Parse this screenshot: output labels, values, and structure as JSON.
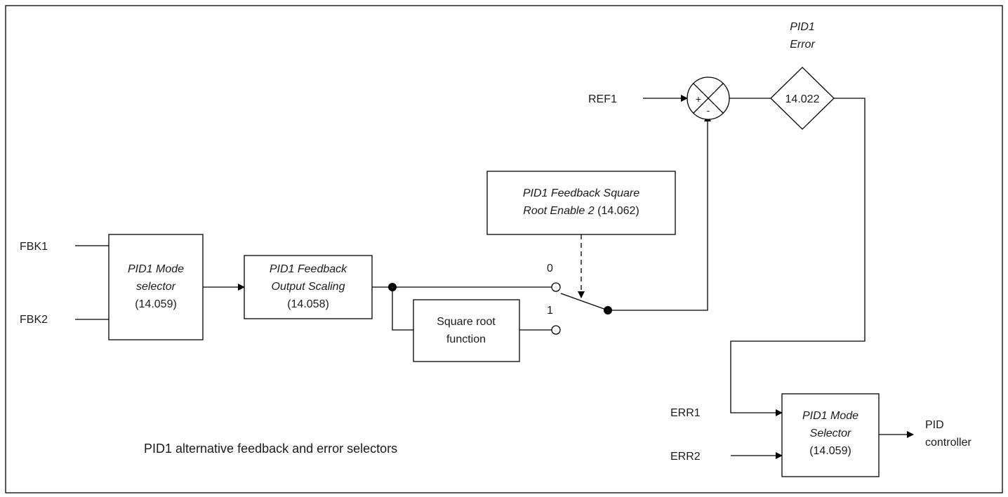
{
  "diagram": {
    "title": "PID1 alternative feedback and error selectors",
    "inputs": {
      "fbk1": "FBK1",
      "fbk2": "FBK2",
      "ref1": "REF1",
      "err1": "ERR1",
      "err2": "ERR2"
    },
    "blocks": {
      "mode_selector_fb": {
        "line1": "PID1 Mode",
        "line2": "selector",
        "line3": "(14.059)"
      },
      "feedback_scaling": {
        "line1": "PID1 Feedback",
        "line2": "Output Scaling",
        "line3": "(14.058)"
      },
      "square_root": {
        "line1": "Square root",
        "line2": "function"
      },
      "sqrt_enable": {
        "line1": "PID1 Feedback Square",
        "line2_italic": "Root Enable 2",
        "line2_param": " (14.062)"
      },
      "mode_selector_err": {
        "line1": "PID1 Mode",
        "line2": "Selector",
        "line3": "(14.059)"
      }
    },
    "switch": {
      "pos0": "0",
      "pos1": "1"
    },
    "summing_junction": {
      "plus": "+",
      "minus": "-"
    },
    "error_param": {
      "caption1": "PID1",
      "caption2": "Error",
      "value": "14.022"
    },
    "output": {
      "line1": "PID",
      "line2": "controller"
    }
  }
}
